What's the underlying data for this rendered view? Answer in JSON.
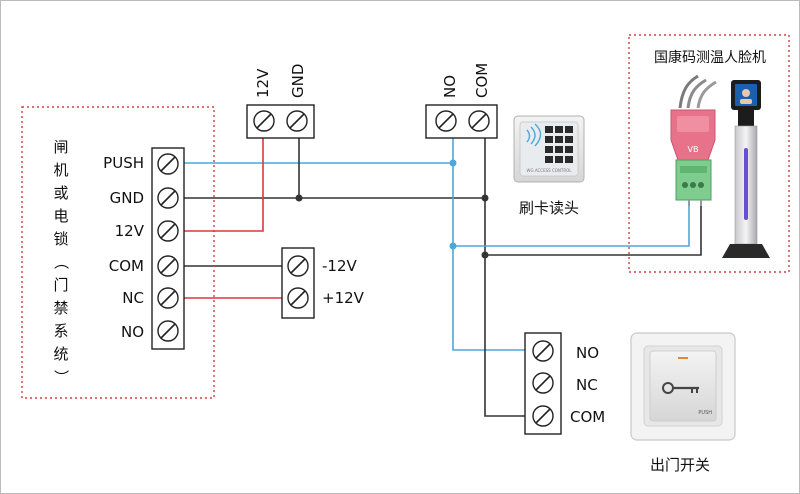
{
  "lock": {
    "title_chars": [
      "闸",
      "机",
      "或",
      "电",
      "锁",
      "（",
      "门",
      "禁",
      "系",
      "统",
      "）"
    ],
    "terminals": [
      "PUSH",
      "GND",
      "12V",
      "COM",
      "NC",
      "NO"
    ]
  },
  "power_top": {
    "labels": [
      "12V",
      "GND"
    ]
  },
  "reader_terminal": {
    "labels": [
      "NO",
      "COM"
    ]
  },
  "power_side": {
    "labels": [
      "-12V",
      "+12V"
    ]
  },
  "card_reader": {
    "caption": "刷卡读头",
    "plate_text": "WG ACCESS CONTROL"
  },
  "face_device": {
    "caption": "国康码测温人脸机",
    "plug_text": "VB"
  },
  "exit_terminal": {
    "labels": [
      "NO",
      "NC",
      "COM"
    ]
  },
  "exit_button": {
    "caption": "出门开关",
    "plate_text": "PUSH",
    "icon": "key-icon"
  },
  "colors": {
    "blue_wire": "#4aa8dc",
    "red_wire": "#d83a3a",
    "black_wire": "#333333",
    "dashed_border": "#d04040"
  }
}
